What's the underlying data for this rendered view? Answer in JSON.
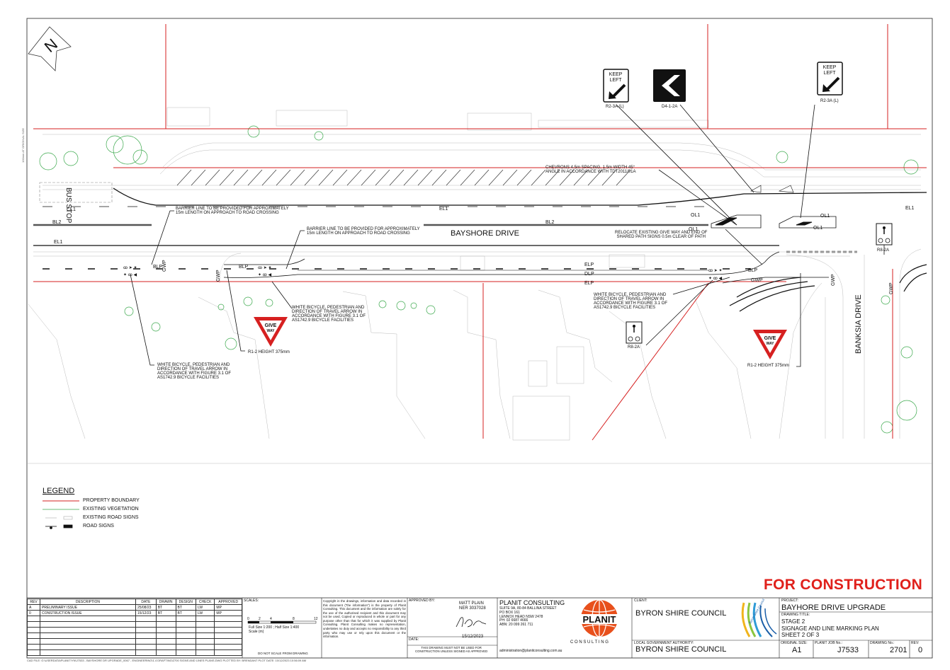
{
  "plan": {
    "north_label": "N",
    "street_main": "BAYSHORE DRIVE",
    "street_side": "BANKSIA DRIVE",
    "road_labels": [
      "CL1",
      "EL1",
      "BL2",
      "BL2",
      "EL1",
      "EL1",
      "OL1",
      "OL1",
      "OL1",
      "OL1",
      "ELP",
      "DLP",
      "ELP",
      "BLP",
      "BLP",
      "BLP",
      "GWP",
      "GWP",
      "GWP",
      "GWP",
      "GWP"
    ],
    "bus_stop_marking": "BUS STOP",
    "notes": {
      "barrier_1": "BARRIER LINE TO BE PROVIDED FOR APPROXIMATELY\n15m LENGTH ON APPROACH TO ROAD CROSSING",
      "barrier_2": "BARRIER LINE TO BE PROVIDED FOR APPROXIMATELY\n15m LENGTH ON APPROACH TO ROAD CROSSING",
      "chevrons": "CHEVRONS 4.5m SPACING, 1.5m WIDTH 45°\nANGLE IN ACCORDANCE WITH TDT2011/01A",
      "relocate": "RELOCATE EXISTING GIVE WAY AND END OF\nSHARED PATH SIGNS 0.5m CLEAR OF PATH",
      "arrow_1": "WHITE BICYCLE, PEDESTRIAN AND\nDIRECTION OF TRAVEL ARROW IN\nACCORDANCE WITH FIGURE 3.1 OF\nAS1742.9 BICYCLE FACILITIES",
      "arrow_2": "WHITE BICYCLE, PEDESTRIAN AND\nDIRECTION OF TRAVEL ARROW IN\nACCORDANCE WITH FIGURE 3.1 OF\nAS1742.9 BICYCLE FACILITIES",
      "arrow_3": "WHITE BICYCLE, PEDESTRIAN AND\nDIRECTION OF TRAVEL ARROW IN\nACCORDANCE WITH FIGURE 3.1 OF\nAS1742.9 BICYCLE FACILITIES",
      "r12_1": "R1-2 HEIGHT 375mm",
      "r12_2": "R1-2 HEIGHT 375mm"
    },
    "signs": {
      "keep_left_text_1": "KEEP",
      "keep_left_text_2": "LEFT",
      "keep_left_code_1": "R2-3A (L)",
      "keep_left_code_2": "R2-3A (L)",
      "chevron_code": "D4-1-2A",
      "shared_path_code_1": "R8-2A",
      "shared_path_code_2": "R8-2A",
      "give_way_text_1": "GIVE",
      "give_way_text_2": "WAY"
    }
  },
  "legend": {
    "title": "LEGEND",
    "items": [
      "PROPERTY BOUNDARY",
      "EXISTING VEGETATION",
      "EXISTING ROAD SIGNS",
      "ROAD SIGNS"
    ]
  },
  "stamp": "FOR CONSTRUCTION",
  "title_block": {
    "revisions_header": [
      "REV",
      "DESCRIPTION",
      "DATE",
      "DRAWN",
      "DESIGN",
      "CHECK",
      "APPROVED"
    ],
    "revisions": [
      [
        "A",
        "PRELIMINARY ISSUE",
        "25/08/23",
        "BT",
        "BT",
        "LW",
        "MP"
      ],
      [
        "0",
        "CONSTRUCTION ISSUE",
        "15/12/23",
        "BT",
        "BT",
        "LW",
        "MP"
      ]
    ],
    "scales_label": "SCALES:",
    "scale_ticks": [
      "0",
      "2",
      "4",
      "8",
      "12"
    ],
    "scale_text": "Full Size 1:200 ; Half Size 1:400\nScale (m)",
    "do_not_scale": "DO NOT SCALE FROM DRAWING",
    "copyright": "Copyright in the drawings, information and data recorded in this document (\"the information\") is the property of Planit Consulting. This document and the information are solely for the use of the authorised recipient and this document may not be used, Copied or reproduced in whole or part for any purpose other than that for which it was supplied by Planit Consulting. Planit Consulting makes no representation, undertakes no duty and accepts no responsibility to any third party who may use or rely upon this document or the information.",
    "approved_by_label": "APPROVED BY:",
    "approver_name": "MATT PLAIN",
    "approver_ner": "NER 3037028",
    "approval_date": "15/12/2023",
    "date_label": "DATE:",
    "not_used_note": "THIS DRAWING MUST NOT BE USED FOR\nCONSTRUCTION UNLESS SIGNED AS APPROVED",
    "company_name": "PLANIT CONSULTING",
    "company_address": "SUITE 9A, 80-84 BALLINA STREET\nPO BOX 161\nLENNOX HEAD NSW 2478\nPH: 02 6687 4666\nABN: 20 099 261 711",
    "company_email": "administration@planitconsulting.com.au",
    "logo_word": "PLANIT",
    "logo_sub": "C O N S U L T I N G",
    "client_label": "CLIENT:",
    "client_name": "BYRON SHIRE COUNCIL",
    "lga_label": "LOCAL GOVERNMENT AUTHORITY:",
    "lga_name": "BYRON SHIRE COUNCIL",
    "council_logo_text": "Byron Shire Council",
    "project_label": "PROJECT:",
    "project_name": "BAYHORE DRIVE UPGRADE",
    "drawing_title_label": "DRAWING TITLE:",
    "drawing_title": "STAGE 2\nSIGNAGE AND LINE MARKING PLAN\nSHEET 2 OF 3",
    "original_size_label": "ORIGINAL SIZE:",
    "original_size": "A1",
    "job_label": "PLANIT JOB No.:",
    "job_no": "J7533",
    "drawing_no_label": "DRAWING No.:",
    "drawing_no": "2701",
    "rev_label": "REV:",
    "rev_no": "0",
    "cad_file": "CAD FILE: G:\\USERDATA\\PLANIT\\YN\\J7533 - BAYSHORE DR UPGRADE_0067 - ENGINEERING\\1.4 DRAFTING\\2700 SIGNS AND LINES PLANS.DWG PLOTTED BY: BRENDANT  PLOT DATE: 10/12/2023 10:56:09 AM",
    "side_note": "100mm AT ORIGINAL SIZE"
  }
}
